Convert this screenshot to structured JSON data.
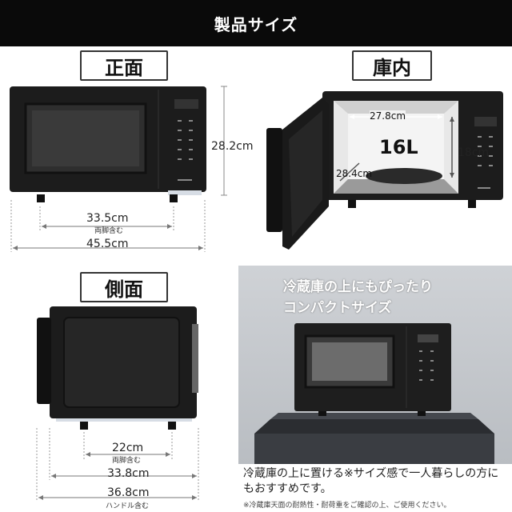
{
  "header": {
    "title": "製品サイズ"
  },
  "front": {
    "label": "正面",
    "height": "28.2cm",
    "feet_width": "33.5cm",
    "feet_note": "両脚含む",
    "total_width": "45.5cm"
  },
  "interior": {
    "label": "庫内",
    "width": "27.8cm",
    "capacity": "16L",
    "height": "18cm",
    "depth": "28.4cm"
  },
  "side": {
    "label": "側面",
    "feet_width": "22cm",
    "feet_note": "両脚含む",
    "depth": "33.8cm",
    "total_depth": "36.8cm",
    "total_note": "ハンドル含む"
  },
  "fridge": {
    "headline_line1": "冷蔵庫の上にもぴったり",
    "headline_line2": "コンパクトサイズ",
    "caption": "冷蔵庫の上に置ける※サイズ感で一人暮らしの方にもおすすめです。",
    "note": "※冷蔵庫天面の耐熱性・耐荷重をご確認の上、ご使用ください。"
  }
}
